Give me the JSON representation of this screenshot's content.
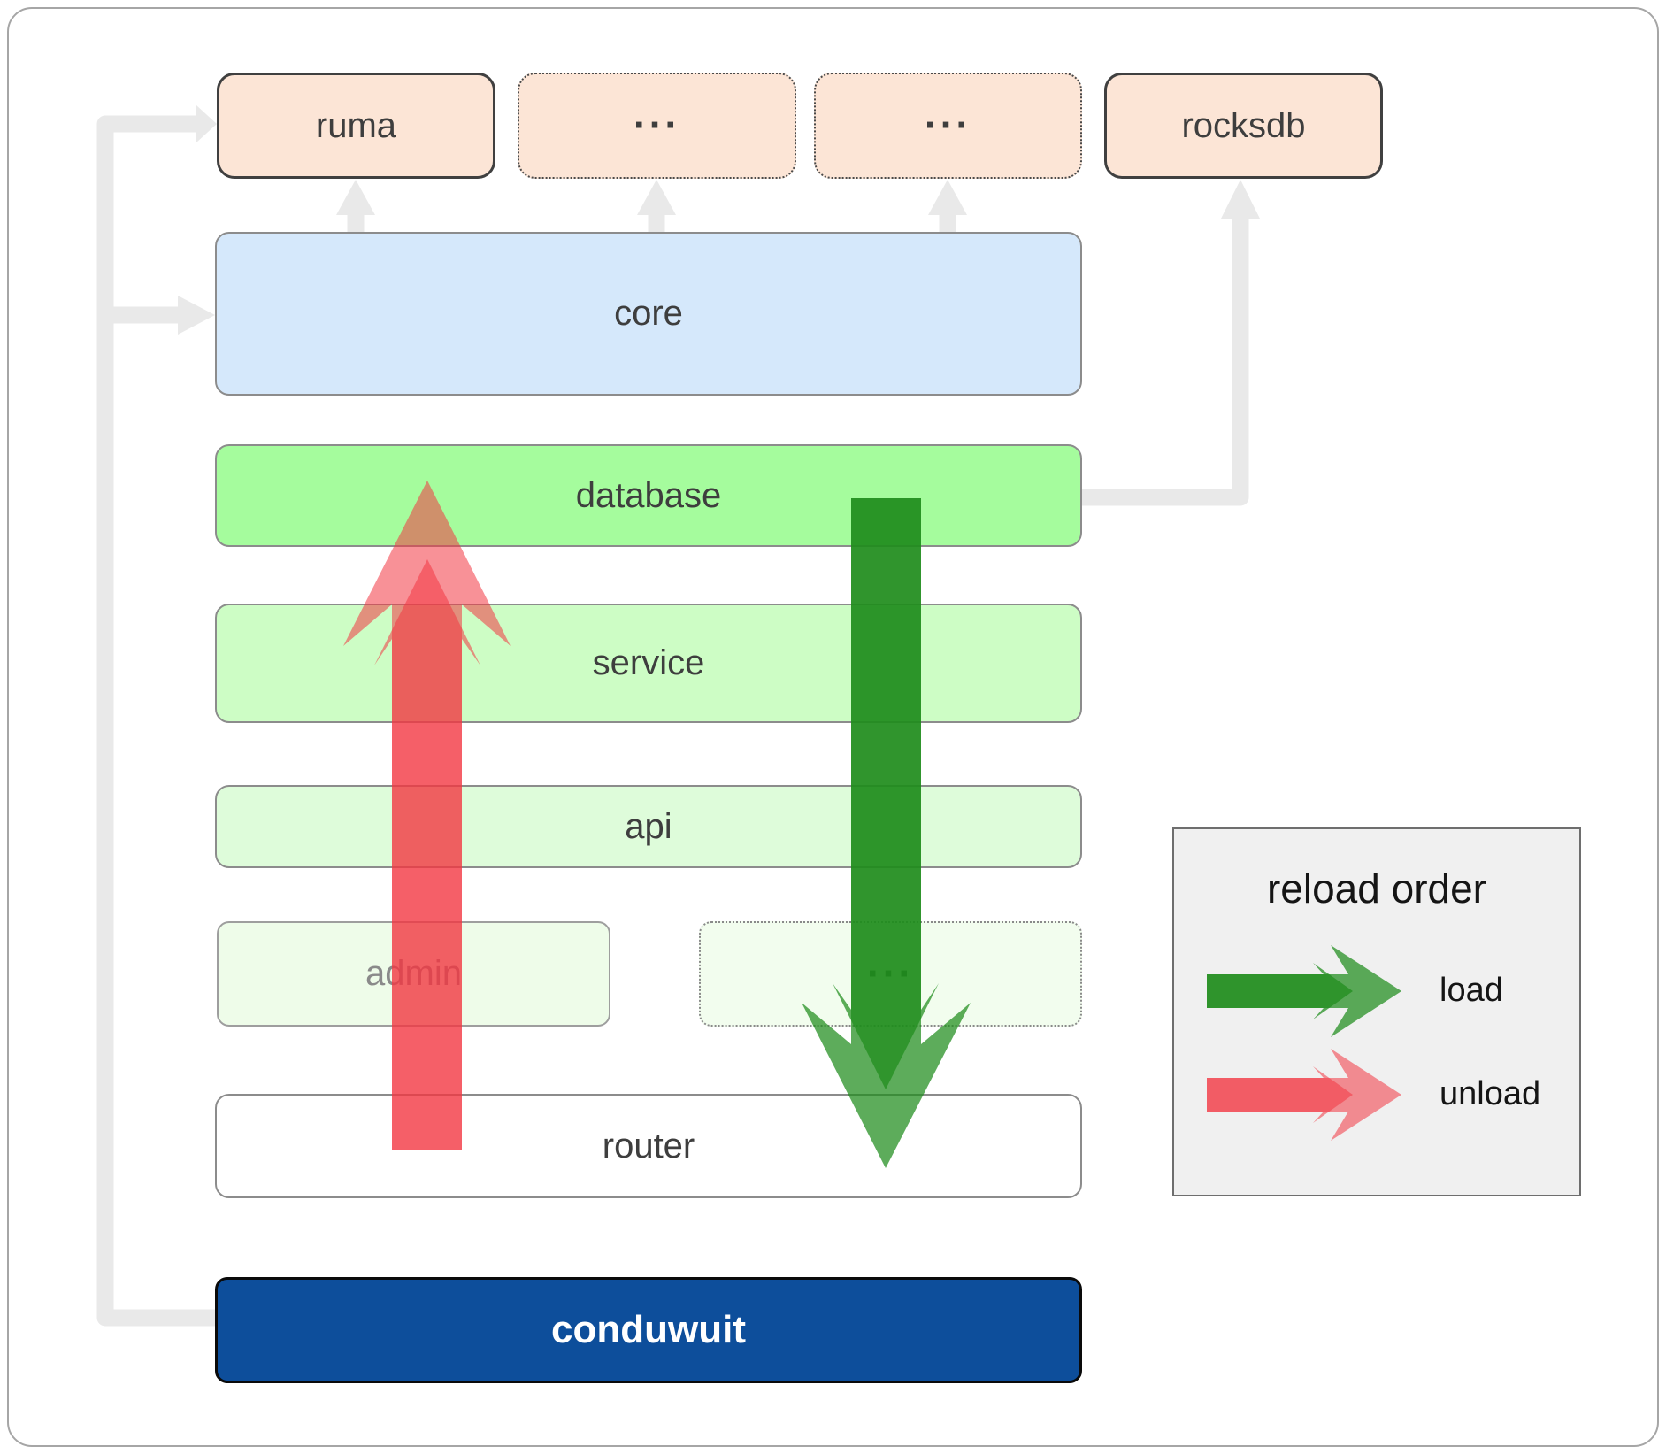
{
  "top_row": [
    {
      "label": "ruma"
    },
    {
      "label": "..."
    },
    {
      "label": "..."
    },
    {
      "label": "rocksdb"
    }
  ],
  "stack": {
    "core": "core",
    "database": "database",
    "service": "service",
    "api": "api",
    "router": "router"
  },
  "row2": {
    "admin": "admin",
    "more": "..."
  },
  "app": {
    "label": "conduwuit"
  },
  "legend": {
    "title": "reload order",
    "load_label": "load",
    "unload_label": "unload"
  },
  "colors": {
    "peach": "#fce5d6",
    "core-blue": "#d5e8fb",
    "db-green": "#a5fc9d",
    "service-green": "#cdfdc5",
    "api-green": "#defcda",
    "admin-green": "#eefce9",
    "row2-green": "#f2fdee",
    "navy": "#0d4e9b",
    "connector-gray": "#e9e9e9",
    "legend-bg": "#f0f0f0",
    "load-green": "#1e8c1c",
    "unload-red": "#f23742"
  }
}
